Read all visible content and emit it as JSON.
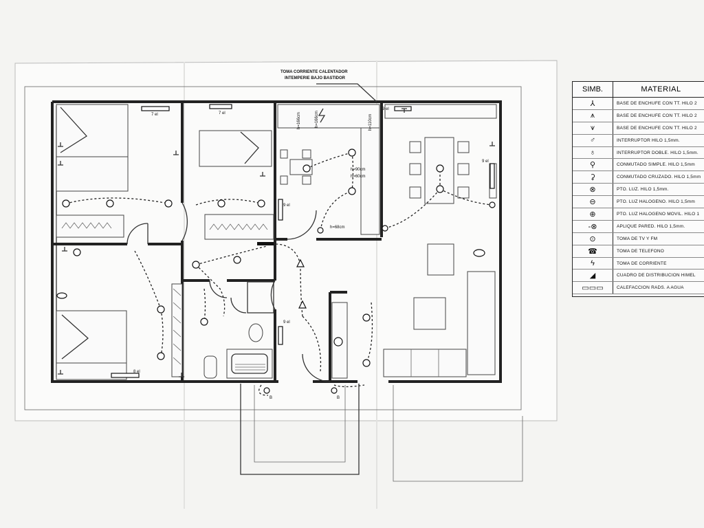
{
  "annotation": {
    "line1": "TOMA CORRIENTE CALENTADOR",
    "line2": "INTEMPERIE BAJO BASTIDOR"
  },
  "radiator_labels": [
    "7 el",
    "7 el",
    "9 el",
    "9 el",
    "8 el",
    "9 el",
    "9 el"
  ],
  "height_labels": {
    "h166a": "h=166cm",
    "h166b": "h=166cm",
    "h110": "h=110cm",
    "h90": "h=90cm",
    "h60": "h=60cm",
    "h68": "h=68cm"
  },
  "point_labels": [
    "B",
    "B"
  ],
  "legend": {
    "header_symbol": "SIMB.",
    "header_material": "MATERIAL",
    "rows": [
      {
        "icon": "socket-earth-icon",
        "glyph": "⅄",
        "text": "BASE DE ENCHUFE CON TT. HILO 2"
      },
      {
        "icon": "socket-earth-double-icon",
        "glyph": "⩚",
        "text": "BASE DE ENCHUFE CON TT. HILO 2"
      },
      {
        "icon": "socket-earth-triple-icon",
        "glyph": "⩛",
        "text": "BASE DE ENCHUFE CON TT. HILO 2"
      },
      {
        "icon": "switch-icon",
        "glyph": "♂",
        "text": "INTERRUPTOR HILO 1,5mm."
      },
      {
        "icon": "double-switch-icon",
        "glyph": "♁",
        "text": "INTERRUPTOR DOBLE. HILO 1,5mm."
      },
      {
        "icon": "two-way-switch-icon",
        "glyph": "⚲",
        "text": "CONMUTADO SIMPLE. HILO 1,5mm"
      },
      {
        "icon": "cross-switch-icon",
        "glyph": "⚳",
        "text": "CONMUTADO CRUZADO. HILO 1,5mm"
      },
      {
        "icon": "ceiling-light-icon",
        "glyph": "⊗",
        "text": "PTO. LUZ. HILO 1,5mm."
      },
      {
        "icon": "halogen-light-icon",
        "glyph": "⊖",
        "text": "PTO. LUZ HALOGENO. HILO 1,5mm"
      },
      {
        "icon": "halogen-mobile-light-icon",
        "glyph": "⊕",
        "text": "PTO. LUZ HALOGENO MOVIL. HILO 1"
      },
      {
        "icon": "wall-light-icon",
        "glyph": "-⊗",
        "text": "APLIQUE PARED. HILO 1,5mm."
      },
      {
        "icon": "tv-outlet-icon",
        "glyph": "⊙",
        "text": "TOMA DE TV Y FM"
      },
      {
        "icon": "phone-outlet-icon",
        "glyph": "☎",
        "text": "TOMA DE TELEFONO"
      },
      {
        "icon": "power-outlet-icon",
        "glyph": "ϟ",
        "text": "TOMA DE CORRIENTE"
      },
      {
        "icon": "distribution-board-icon",
        "glyph": "◢",
        "text": "CUADRO DE DISTRIBUCION HIMEL"
      },
      {
        "icon": "radiator-icon",
        "glyph": "▭▭▭",
        "text": "CALEFACCION RADS. A AGUA"
      }
    ]
  }
}
